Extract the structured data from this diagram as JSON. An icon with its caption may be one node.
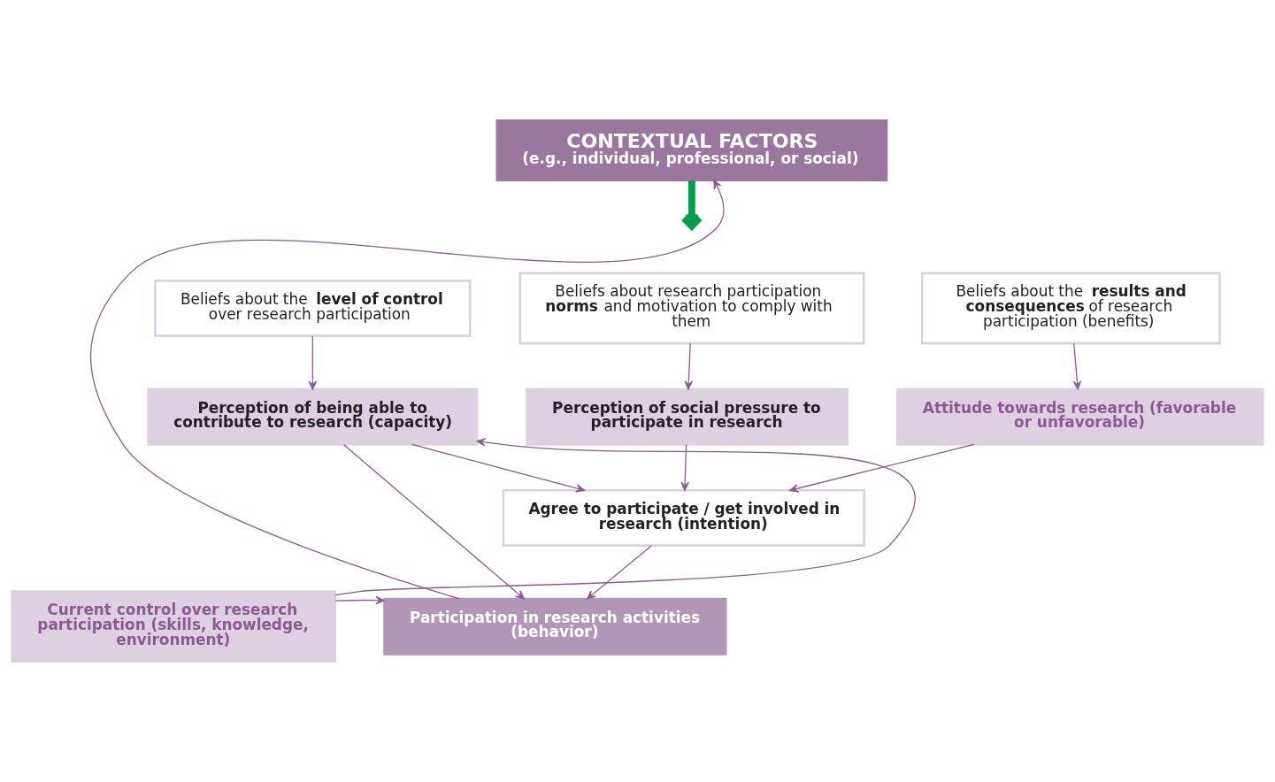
{
  "diagram": {
    "nodes": [
      {
        "text": [
          "CONTEXTUAL FACTORS",
          "(e.g., individual, professional, or social)"
        ]
      },
      {
        "text": [
          "Beliefs about the **level of control** over research participation"
        ]
      },
      {
        "text": [
          "Beliefs about research participation **norms** and motivation to comply with them"
        ]
      },
      {
        "text": [
          "Beliefs about the **results and consequences** of research participation (benefits)"
        ]
      },
      {
        "text": [
          "Perception of being able to contribute to research (capacity)"
        ]
      },
      {
        "text": [
          "Perception of social pressure to participate in research"
        ]
      },
      {
        "text": [
          "Attitude towards research (favorable or unfavorable)"
        ]
      },
      {
        "text": [
          "Agree to participate / get involved in research (intention)"
        ]
      },
      {
        "text": [
          "Current control over research participation (skills, knowledge, environment)"
        ]
      },
      {
        "text": [
          "Participation in research activities (behavior)"
        ]
      }
    ],
    "edges": [
      {
        "from": 0,
        "to": null,
        "arrow": "to",
        "style": "thick",
        "color": "#00a04a"
      },
      {
        "from": 1,
        "to": 4,
        "arrow": "to"
      },
      {
        "from": 2,
        "to": 5,
        "arrow": "to"
      },
      {
        "from": 3,
        "to": 6,
        "arrow": "to"
      },
      {
        "from": 4,
        "to": 7,
        "arrow": "to"
      },
      {
        "from": 5,
        "to": 7,
        "arrow": "to"
      },
      {
        "from": 6,
        "to": 7,
        "arrow": "to"
      },
      {
        "from": 4,
        "to": 9,
        "arrow": "to"
      },
      {
        "from": 8,
        "to": 9,
        "arrow": "to"
      },
      {
        "from": 8,
        "to": 4,
        "arrow": "to"
      },
      {
        "from": 7,
        "to": 9,
        "arrow": "to"
      },
      {
        "from": 9,
        "to": 0,
        "arrow": "to"
      }
    ]
  }
}
